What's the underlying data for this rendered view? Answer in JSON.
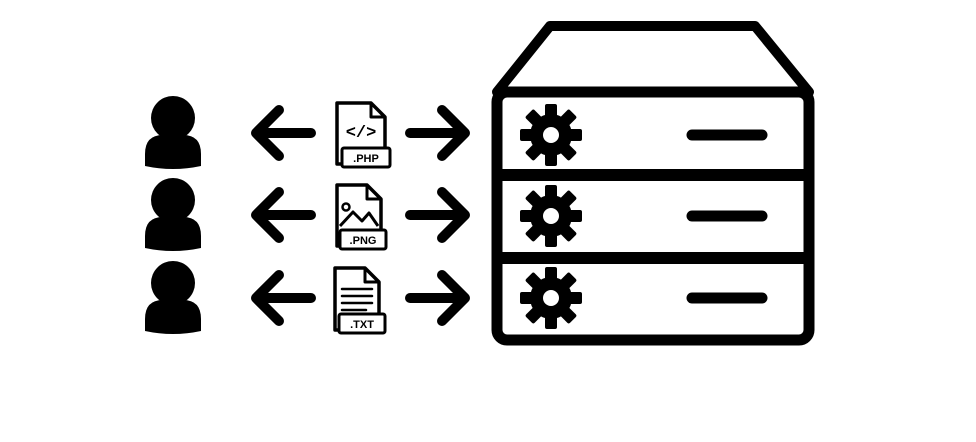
{
  "colors": {
    "ink": "#000000",
    "paper": "#ffffff"
  },
  "rows": [
    {
      "user_icon": "user-icon",
      "left_arrow_icon": "arrow-left-icon",
      "file_icon": "code-file-icon",
      "file_glyph": "</>",
      "file_extension": ".PHP",
      "right_arrow_icon": "arrow-right-icon"
    },
    {
      "user_icon": "user-icon",
      "left_arrow_icon": "arrow-left-icon",
      "file_icon": "image-file-icon",
      "file_extension": ".PNG",
      "right_arrow_icon": "arrow-right-icon"
    },
    {
      "user_icon": "user-icon",
      "left_arrow_icon": "arrow-left-icon",
      "file_icon": "text-file-icon",
      "file_extension": ".TXT",
      "right_arrow_icon": "arrow-right-icon"
    }
  ],
  "server": {
    "icon": "server-rack-icon",
    "units": [
      {
        "gear_icon": "gear-icon",
        "indicator_icon": "status-bar-icon"
      },
      {
        "gear_icon": "gear-icon",
        "indicator_icon": "status-bar-icon"
      },
      {
        "gear_icon": "gear-icon",
        "indicator_icon": "status-bar-icon"
      }
    ]
  }
}
